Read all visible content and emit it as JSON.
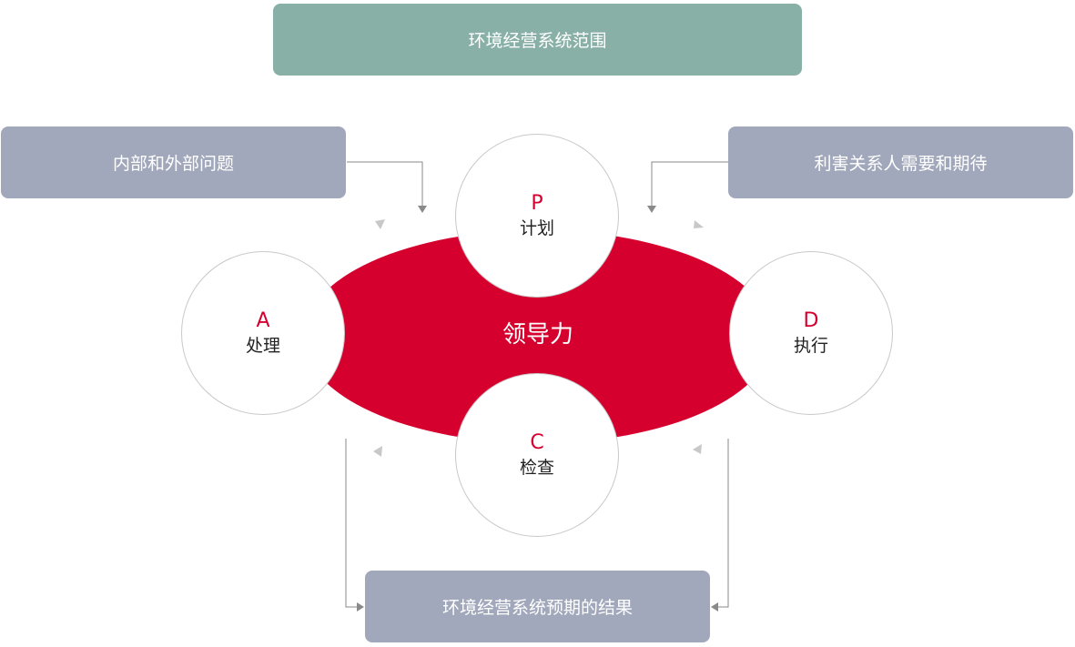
{
  "scope": "环境经营系统范围",
  "internal_issues": "内部和外部问题",
  "stakeholders": "利害关系人需要和期待",
  "results": "环境经营系统预期的结果",
  "center_label": "领导力",
  "cycle": {
    "p": {
      "letter": "P",
      "label": "计划"
    },
    "d": {
      "letter": "D",
      "label": "执行"
    },
    "c": {
      "letter": "C",
      "label": "检查"
    },
    "a": {
      "letter": "A",
      "label": "处理"
    }
  },
  "colors": {
    "scope_box": "#88b0a6",
    "side_boxes": "#a1a8bb",
    "ellipse": "#d6002f",
    "letters": "#d6002f"
  }
}
